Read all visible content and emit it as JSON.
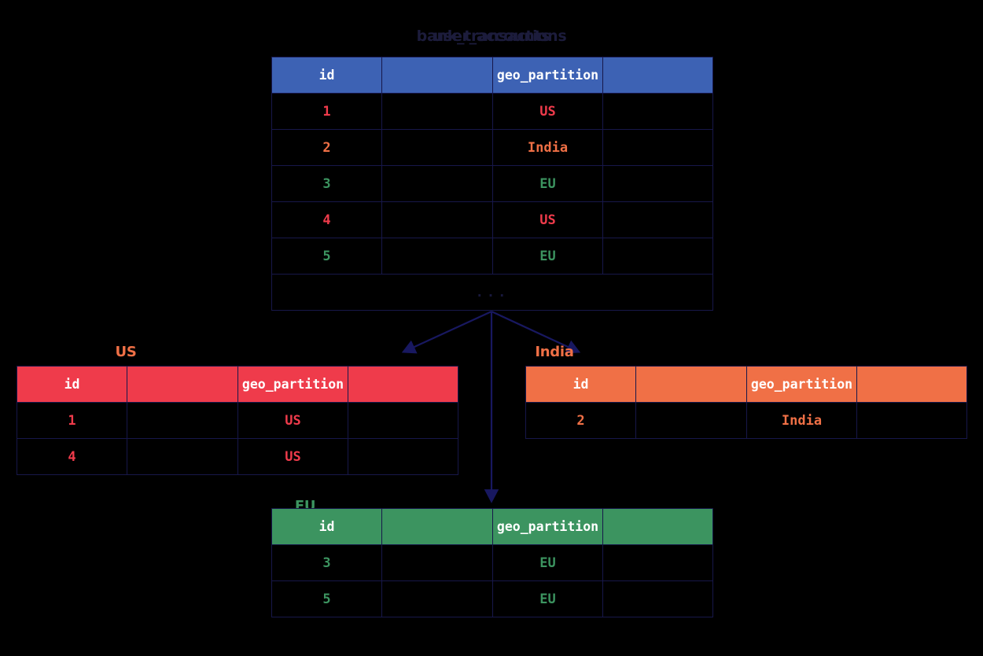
{
  "diagram": {
    "kind": "geo-partition-sharding",
    "colors": {
      "background": "#000000",
      "border": "#17174a",
      "header_blue": "#3d62b4",
      "header_red": "#ef3b4b",
      "header_orange": "#f07046",
      "header_green": "#3c9460",
      "arrow": "#181860",
      "title_text": "#1c1c3c"
    }
  },
  "source_table": {
    "title_overlap_a": "bank_transactions",
    "title_overlap_b": "user_accounts",
    "columns": [
      "id",
      "",
      "geo_partition",
      ""
    ],
    "rows": [
      {
        "id": "1",
        "blank1": "",
        "geo_partition": "US",
        "blank2": "",
        "tone": "us"
      },
      {
        "id": "2",
        "blank1": "",
        "geo_partition": "India",
        "blank2": "",
        "tone": "india"
      },
      {
        "id": "3",
        "blank1": "",
        "geo_partition": "EU",
        "blank2": "",
        "tone": "eu"
      },
      {
        "id": "4",
        "blank1": "",
        "geo_partition": "US",
        "blank2": "",
        "tone": "us"
      },
      {
        "id": "5",
        "blank1": "",
        "geo_partition": "EU",
        "blank2": "",
        "tone": "eu"
      }
    ],
    "ellipsis_row": "..."
  },
  "shards": [
    {
      "key": "us",
      "title": "US",
      "columns": [
        "id",
        "",
        "geo_partition",
        ""
      ],
      "rows": [
        {
          "id": "1",
          "blank1": "",
          "geo_partition": "US",
          "blank2": ""
        },
        {
          "id": "4",
          "blank1": "",
          "geo_partition": "US",
          "blank2": ""
        }
      ]
    },
    {
      "key": "india",
      "title": "India",
      "columns": [
        "id",
        "",
        "geo_partition",
        ""
      ],
      "rows": [
        {
          "id": "2",
          "blank1": "",
          "geo_partition": "India",
          "blank2": ""
        }
      ]
    },
    {
      "key": "eu",
      "title": "EU",
      "columns": [
        "id",
        "",
        "geo_partition",
        ""
      ],
      "rows": [
        {
          "id": "3",
          "blank1": "",
          "geo_partition": "EU",
          "blank2": ""
        },
        {
          "id": "5",
          "blank1": "",
          "geo_partition": "EU",
          "blank2": ""
        }
      ]
    }
  ]
}
